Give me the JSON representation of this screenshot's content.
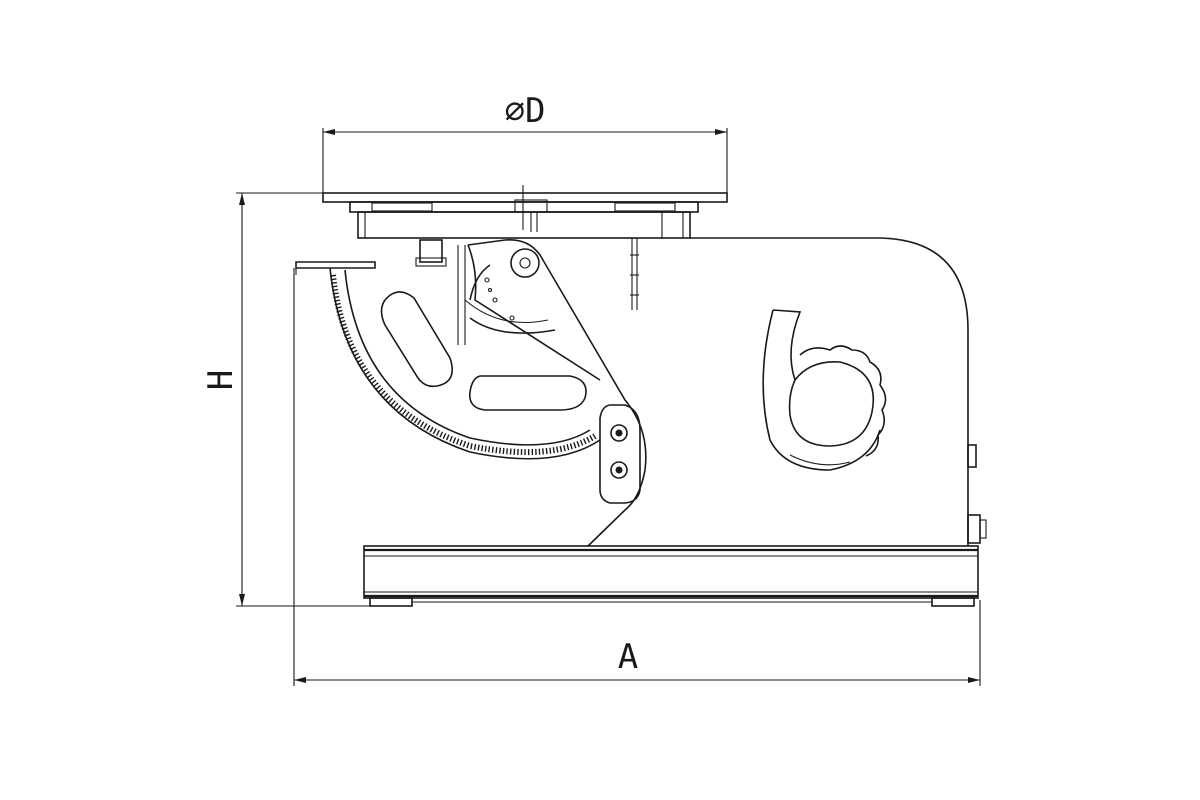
{
  "dimensions": {
    "diameter_label": "⌀D",
    "height_label": "H",
    "length_label": "A"
  },
  "colors": {
    "line": "#1a1a1a",
    "background": "#ffffff"
  }
}
